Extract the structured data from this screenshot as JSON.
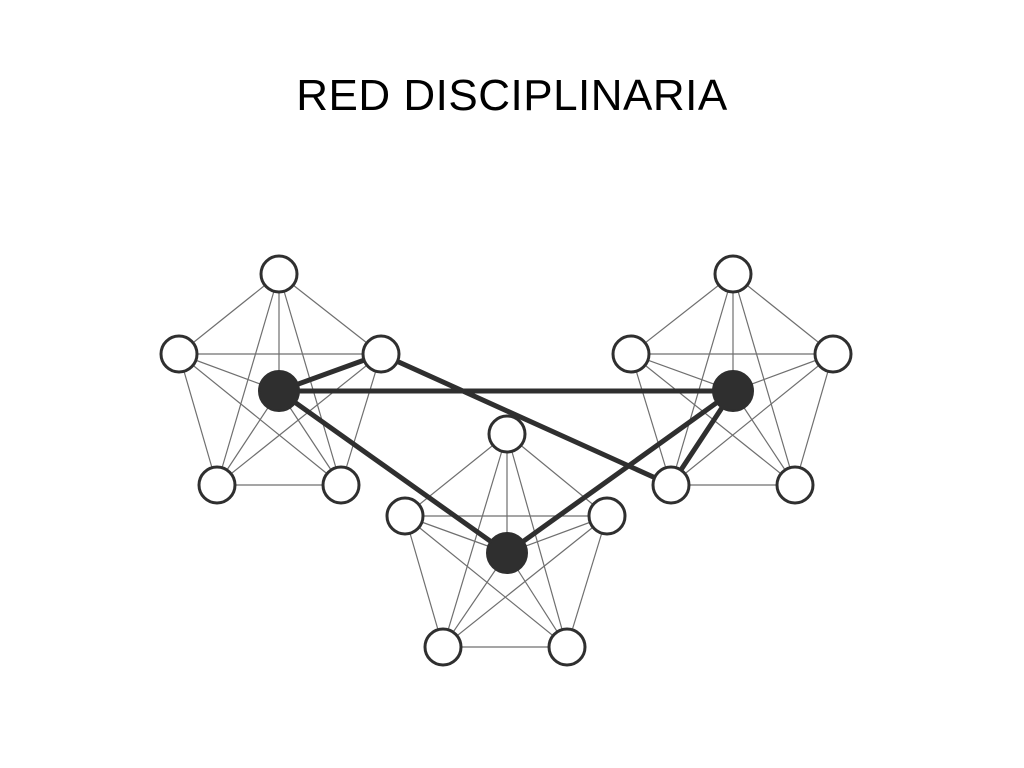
{
  "title": "RED DISCIPLINARIA",
  "colors": {
    "background": "#ffffff",
    "hub": "#2f2f2f",
    "thin_edge": "#6f6f6f"
  },
  "diagram": {
    "clusters": [
      {
        "id": "left",
        "outer_nodes": 5,
        "hub": "filled"
      },
      {
        "id": "right",
        "outer_nodes": 5,
        "hub": "filled"
      },
      {
        "id": "bottom",
        "outer_nodes": 5,
        "hub": "filled"
      }
    ],
    "hub_links": [
      [
        "left",
        "right"
      ],
      [
        "left",
        "bottom"
      ],
      [
        "right",
        "bottom"
      ]
    ],
    "cross_links": [
      [
        "left.hub",
        "left.upper-right"
      ],
      [
        "left.upper-right",
        "right.lower-left"
      ],
      [
        "right.hub",
        "right.lower-left"
      ]
    ]
  }
}
